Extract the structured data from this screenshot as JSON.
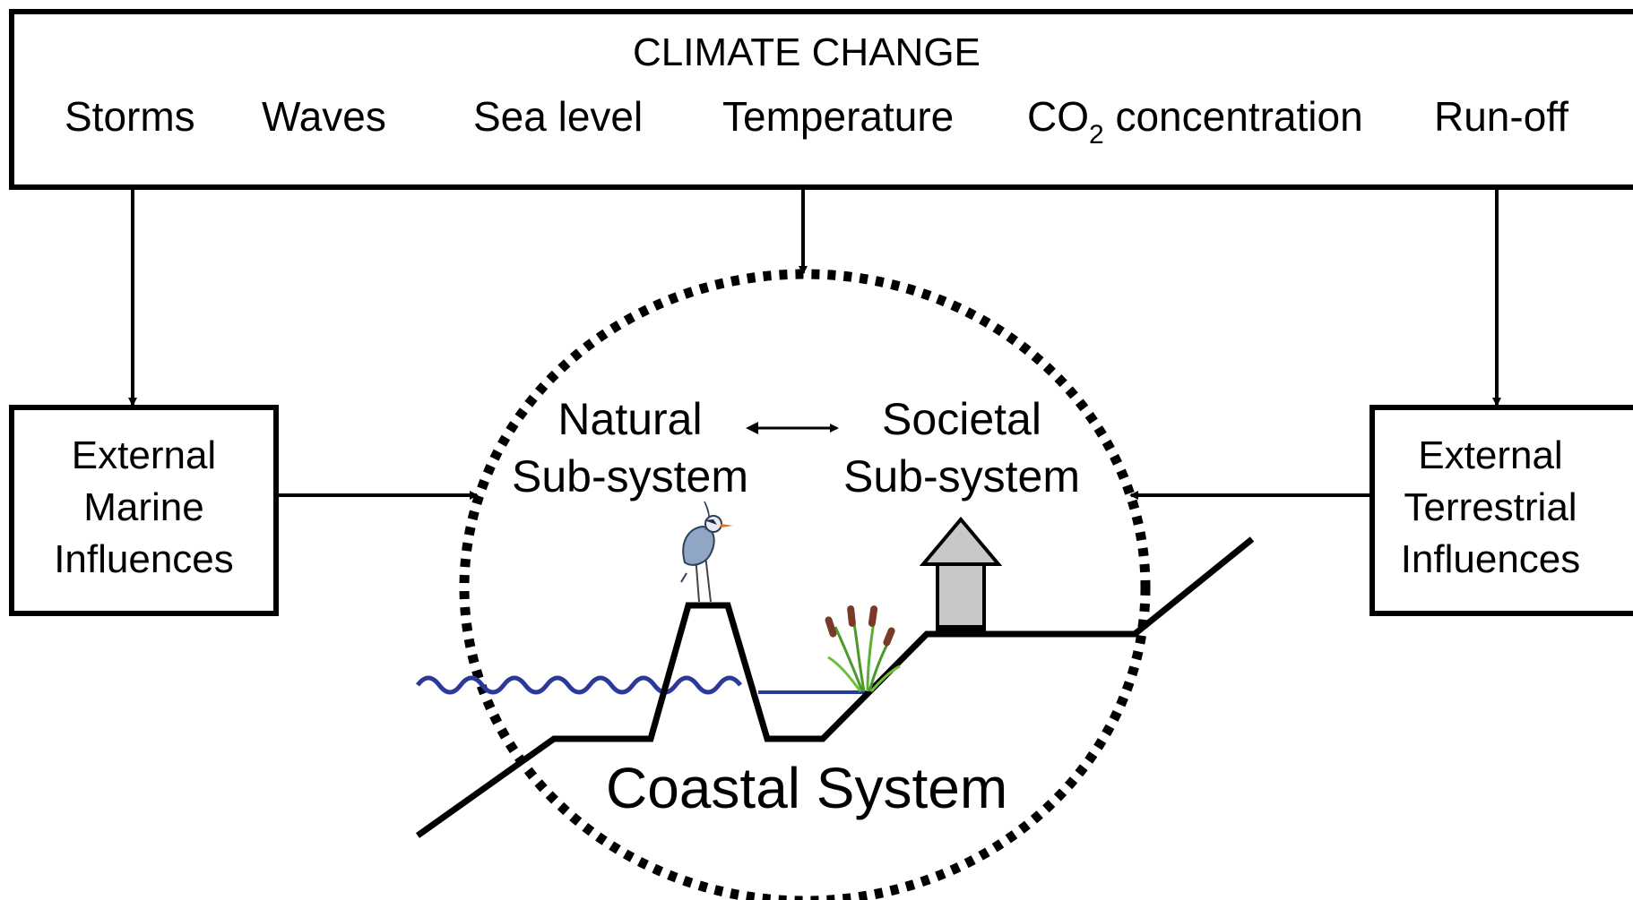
{
  "climate_box": {
    "title": "CLIMATE CHANGE",
    "factors": [
      "Storms",
      "Waves",
      "Sea level",
      "Temperature",
      "CO",
      "2",
      " concentration",
      "Run-off"
    ]
  },
  "marine_box": {
    "lines": [
      "External",
      "Marine",
      "Influences"
    ]
  },
  "terrestrial_box": {
    "lines": [
      "External",
      "Terrestrial",
      "Influences"
    ]
  },
  "natural": {
    "lines": [
      "Natural",
      "Sub-system"
    ]
  },
  "societal": {
    "lines": [
      "Societal",
      "Sub-system"
    ]
  },
  "coastal_label": "Coastal System",
  "colors": {
    "water": "#2b3a9a",
    "stroke": "#000000",
    "house": "#c8c8c8"
  }
}
